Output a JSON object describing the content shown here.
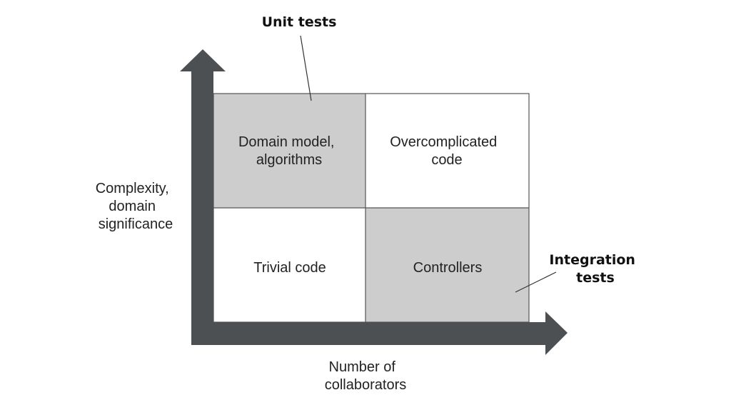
{
  "callouts": {
    "unit_tests": "Unit tests",
    "integration_tests_line1": "Integration",
    "integration_tests_line2": "tests"
  },
  "quadrants": {
    "top_left": {
      "line1": "Domain model,",
      "line2": "algorithms",
      "shaded": true
    },
    "top_right": {
      "line1": "Overcomplicated",
      "line2": "code",
      "shaded": false
    },
    "bottom_left": {
      "line1": "Trivial code",
      "shaded": false
    },
    "bottom_right": {
      "line1": "Controllers",
      "shaded": true
    }
  },
  "axes": {
    "y_label_line1": "Complexity,",
    "y_label_line2": "domain",
    "y_label_line3": "significance",
    "x_label_line1": "Number of",
    "x_label_line2": "collaborators"
  },
  "colors": {
    "shaded_fill": "#cdcdcd",
    "arrow_fill": "#4d5052",
    "grid_stroke": "#555555"
  }
}
